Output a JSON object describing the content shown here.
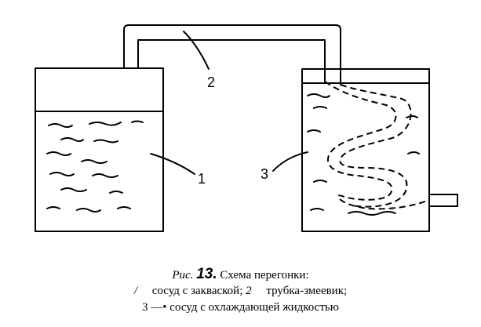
{
  "callouts": {
    "vessel_1": "1",
    "tube_2": "2",
    "vessel_3": "3"
  },
  "caption": {
    "prefix": "Рис.",
    "number": "13.",
    "title": "Схема перегонки:",
    "line2_marker": "/",
    "line2_item1": "сосуд с закваской;",
    "line2_num2": "2",
    "line2_item2": "трубка-змеевик;",
    "line3": "3 —• сосуд с охлаждающей жидкостью"
  }
}
